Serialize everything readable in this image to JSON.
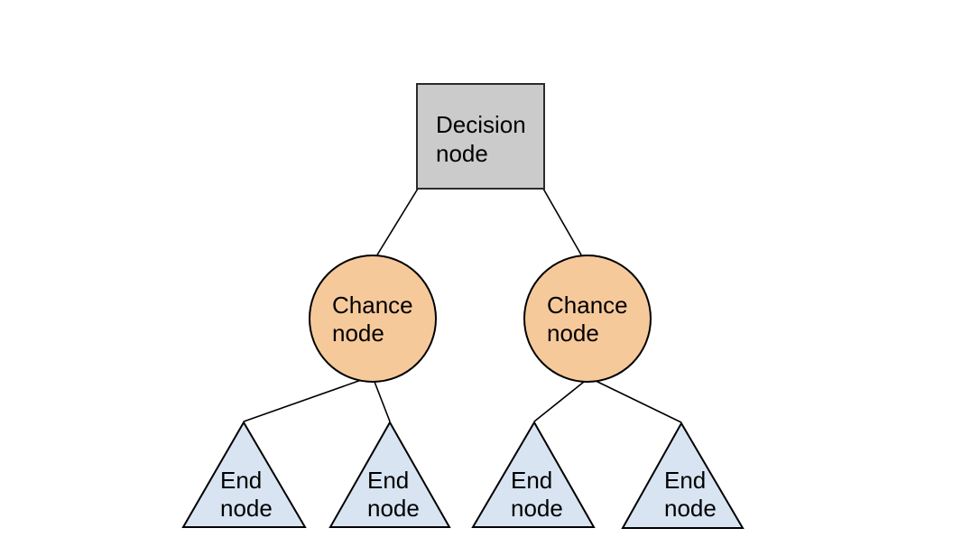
{
  "diagram": {
    "title": "Decision tree node types diagram",
    "colors": {
      "background": "#ffffff",
      "decision_fill": "#cbcbcb",
      "decision_stroke": "#2b2b2b",
      "chance_fill": "#f6c99b",
      "chance_stroke": "#000000",
      "end_fill": "#d8e4f1",
      "end_stroke": "#000000",
      "edge_stroke": "#000000",
      "text": "#000000"
    },
    "nodes": {
      "decision": {
        "type": "square",
        "lines": [
          "Decision",
          "node"
        ]
      },
      "chance_left": {
        "type": "circle",
        "lines": [
          "Chance",
          "node"
        ]
      },
      "chance_right": {
        "type": "circle",
        "lines": [
          "Chance",
          "node"
        ]
      },
      "end_1": {
        "type": "triangle",
        "lines": [
          "End",
          "node"
        ]
      },
      "end_2": {
        "type": "triangle",
        "lines": [
          "End",
          "node"
        ]
      },
      "end_3": {
        "type": "triangle",
        "lines": [
          "End",
          "node"
        ]
      },
      "end_4": {
        "type": "triangle",
        "lines": [
          "End",
          "node"
        ]
      }
    },
    "edges": [
      {
        "from": "decision",
        "to": "chance_left"
      },
      {
        "from": "decision",
        "to": "chance_right"
      },
      {
        "from": "chance_left",
        "to": "end_1"
      },
      {
        "from": "chance_left",
        "to": "end_2"
      },
      {
        "from": "chance_right",
        "to": "end_3"
      },
      {
        "from": "chance_right",
        "to": "end_4"
      }
    ]
  }
}
